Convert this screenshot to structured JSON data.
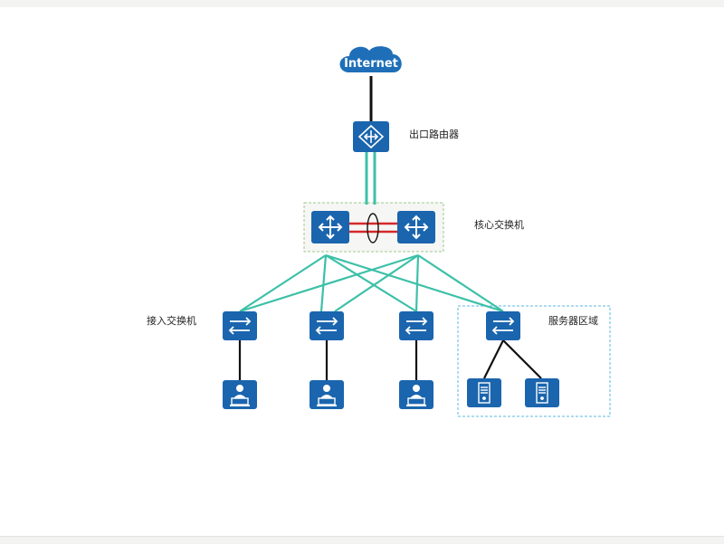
{
  "cloud": {
    "label": "Internet",
    "color": "#1e6fb8"
  },
  "labels": {
    "router": "出口路由器",
    "core": "核心交换机",
    "access": "接入交换机",
    "server_zone": "服务器区域"
  },
  "colors": {
    "device_fill": "#1a65ae",
    "teal_link": "#3cc0a8",
    "black_link": "#111111",
    "red_link": "#d42a2a",
    "core_group_border": "#9cc98c",
    "server_zone_border": "#5bb8e0"
  },
  "icons": {
    "router": "router-icon",
    "core_switch": "l3-switch-icon",
    "access_switch": "switch-icon",
    "pc": "user-pc-icon",
    "server": "server-icon"
  }
}
